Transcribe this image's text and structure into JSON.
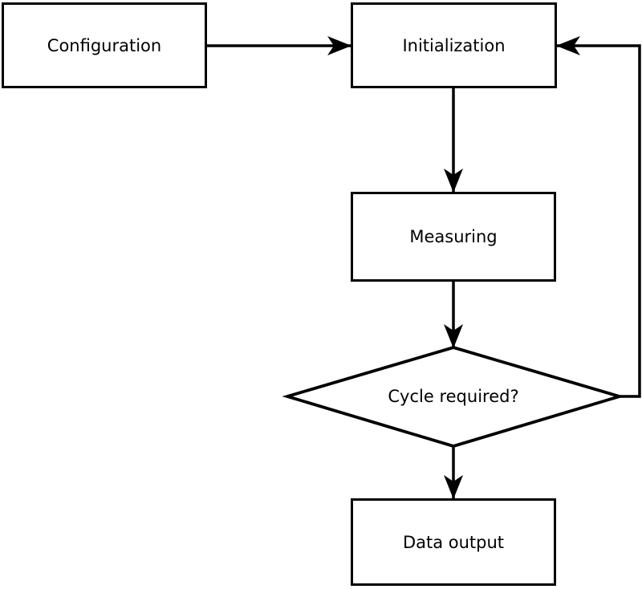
{
  "diagram": {
    "type": "flowchart",
    "background_color": "#ffffff",
    "stroke_color": "#000000",
    "node_fill_color": "#ffffff",
    "text_color": "#000000",
    "nodes": [
      {
        "id": "configuration",
        "label": "Configuration",
        "shape": "rectangle"
      },
      {
        "id": "initialization",
        "label": "Initialization",
        "shape": "rectangle"
      },
      {
        "id": "measuring",
        "label": "Measuring",
        "shape": "rectangle"
      },
      {
        "id": "cycle-required",
        "label": "Cycle required?",
        "shape": "diamond"
      },
      {
        "id": "data-output",
        "label": "Data output",
        "shape": "rectangle"
      }
    ],
    "edges": [
      {
        "from": "configuration",
        "to": "initialization",
        "style": "arrow",
        "kind": "forward"
      },
      {
        "from": "initialization",
        "to": "measuring",
        "style": "arrow",
        "kind": "forward"
      },
      {
        "from": "measuring",
        "to": "cycle-required",
        "style": "arrow",
        "kind": "forward"
      },
      {
        "from": "cycle-required",
        "to": "data-output",
        "style": "arrow",
        "kind": "forward"
      },
      {
        "from": "cycle-required",
        "to": "initialization",
        "style": "arrow",
        "kind": "feedback-loop"
      }
    ]
  }
}
